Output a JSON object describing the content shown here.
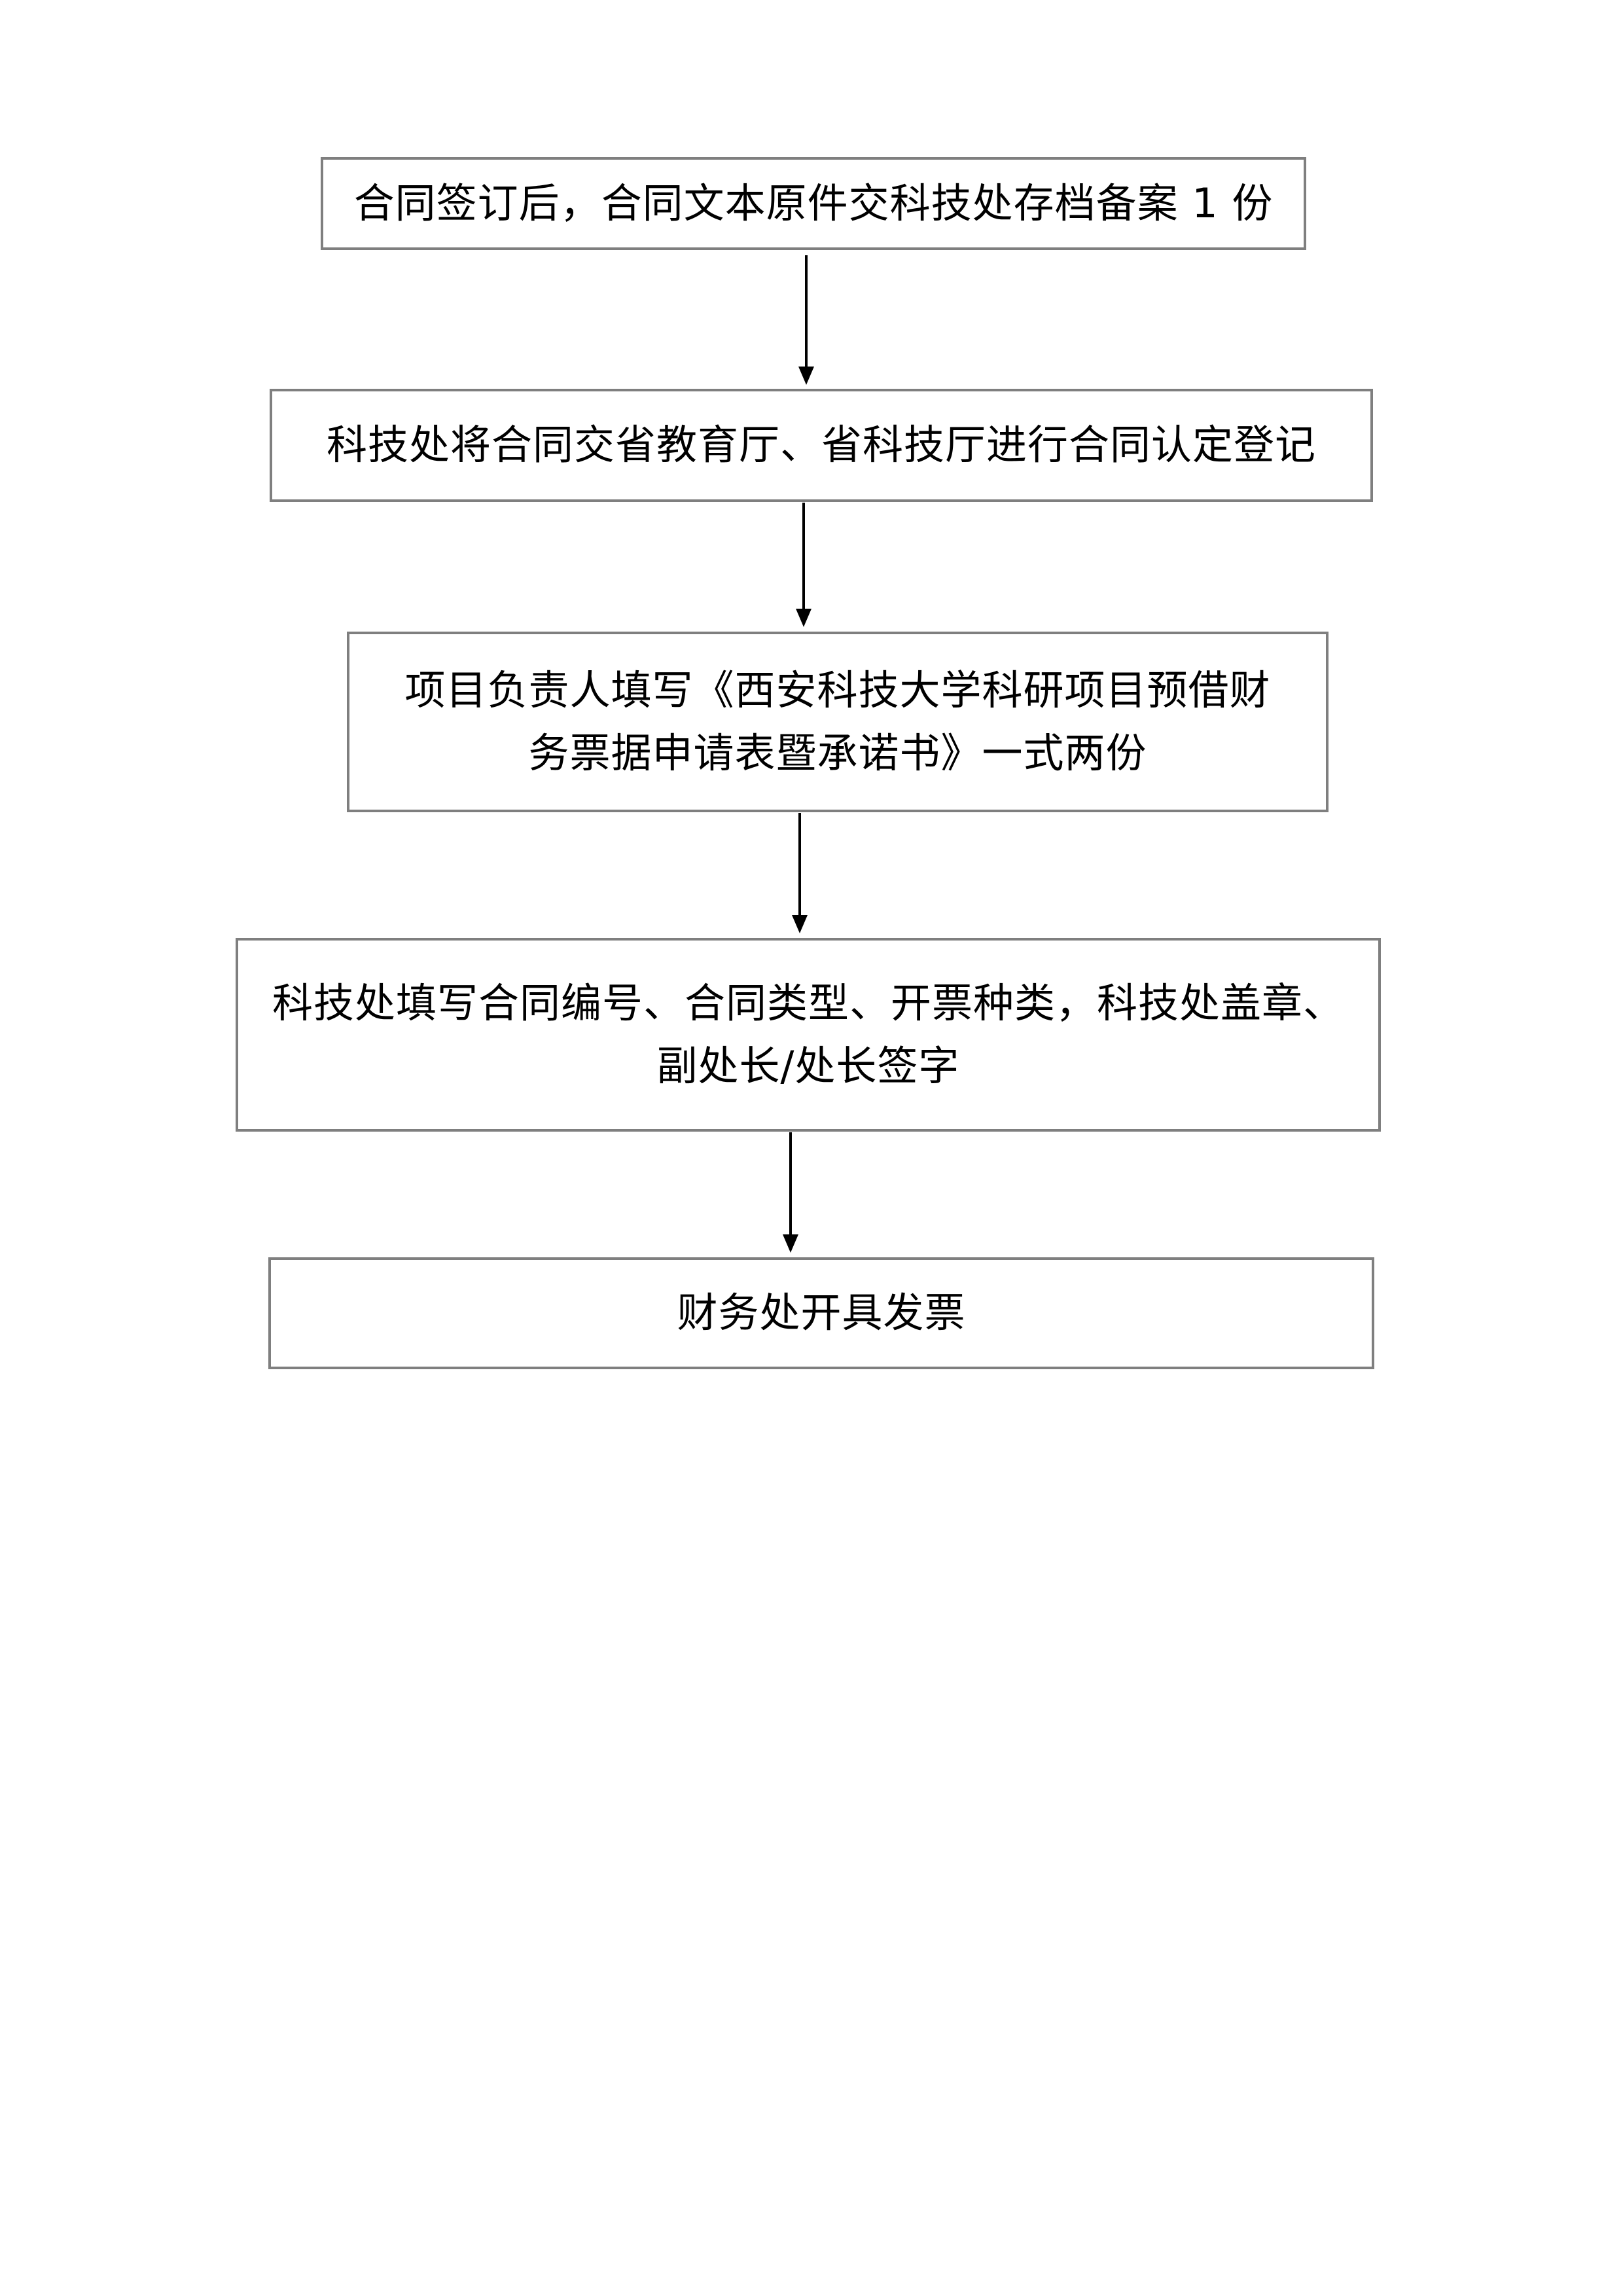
{
  "flowchart": {
    "steps": [
      {
        "lines": [
          "合同签订后，合同文本原件交科技处存档备案 1 份"
        ]
      },
      {
        "lines": [
          "科技处将合同交省教育厅、省科技厅进行合同认定登记"
        ]
      },
      {
        "lines": [
          "项目负责人填写《西安科技大学科研项目预借财",
          "务票据申请表暨承诺书》一式两份"
        ]
      },
      {
        "lines": [
          "科技处填写合同编号、合同类型、开票种类，科技处盖章、",
          "副处长/处长签字"
        ]
      },
      {
        "lines": [
          "财务处开具发票"
        ]
      }
    ],
    "colors": {
      "box_border": "#7f7f7f",
      "arrow": "#000000",
      "text": "#000000"
    }
  }
}
